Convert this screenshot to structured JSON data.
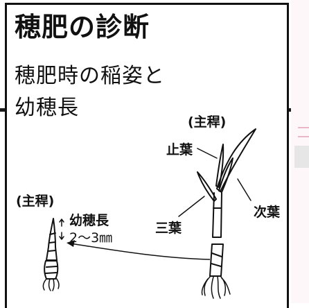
{
  "title": "穂肥の診断",
  "subtitle_line1": "穂肥時の稲姿と",
  "subtitle_line2": "幼穂長",
  "labels": {
    "main_stem_right": "(主稈)",
    "main_stem_left": "(主稈)",
    "flag_leaf": "止葉",
    "third_leaf": "三葉",
    "next_leaf": "次葉",
    "panicle_length": "幼穂長",
    "panicle_size": "2〜3㎜"
  }
}
